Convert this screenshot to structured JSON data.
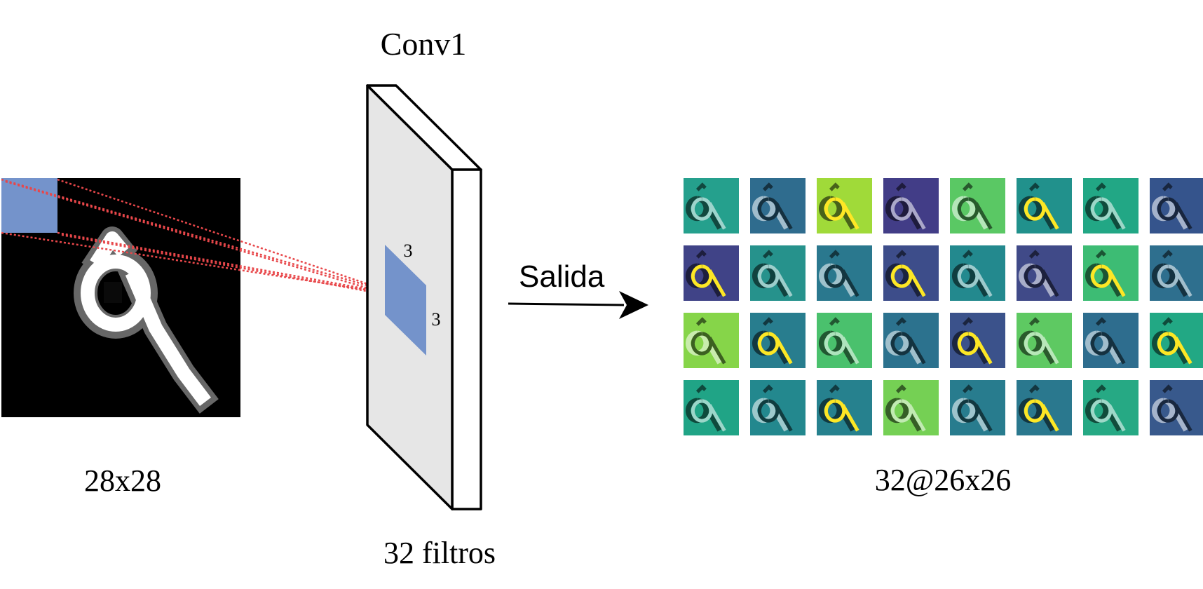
{
  "labels": {
    "layer_title": "Conv1",
    "input_size": "28x28",
    "filter_count": "32 filtros",
    "kernel_w": "3",
    "kernel_h": "3",
    "arrow_label": "Salida",
    "output_size": "32@26x26"
  },
  "colors": {
    "kernel": "#7493cb",
    "receptive_lines": "#e8474a",
    "slab_face": "#e6e6e6",
    "input_bg": "#000000",
    "digit": "#ffffff"
  },
  "feature_maps": {
    "rows": 4,
    "cols": 8,
    "backgrounds": [
      [
        "#25a08d",
        "#2f6c8e",
        "#a0da39",
        "#423d87",
        "#5ac864",
        "#21918c",
        "#22a785",
        "#35548c"
      ],
      [
        "#404387",
        "#26928c",
        "#2a788e",
        "#3d4d8a",
        "#23898e",
        "#404a88",
        "#3dbc74",
        "#2e6f8e"
      ],
      [
        "#86d549",
        "#287d8e",
        "#4ac16d",
        "#2c728e",
        "#3b528b",
        "#5ec962",
        "#2e6d8e",
        "#22a884"
      ],
      [
        "#20a486",
        "#23888e",
        "#26818e",
        "#75d054",
        "#287c8e",
        "#2a788e",
        "#26a984",
        "#38598c"
      ]
    ]
  }
}
